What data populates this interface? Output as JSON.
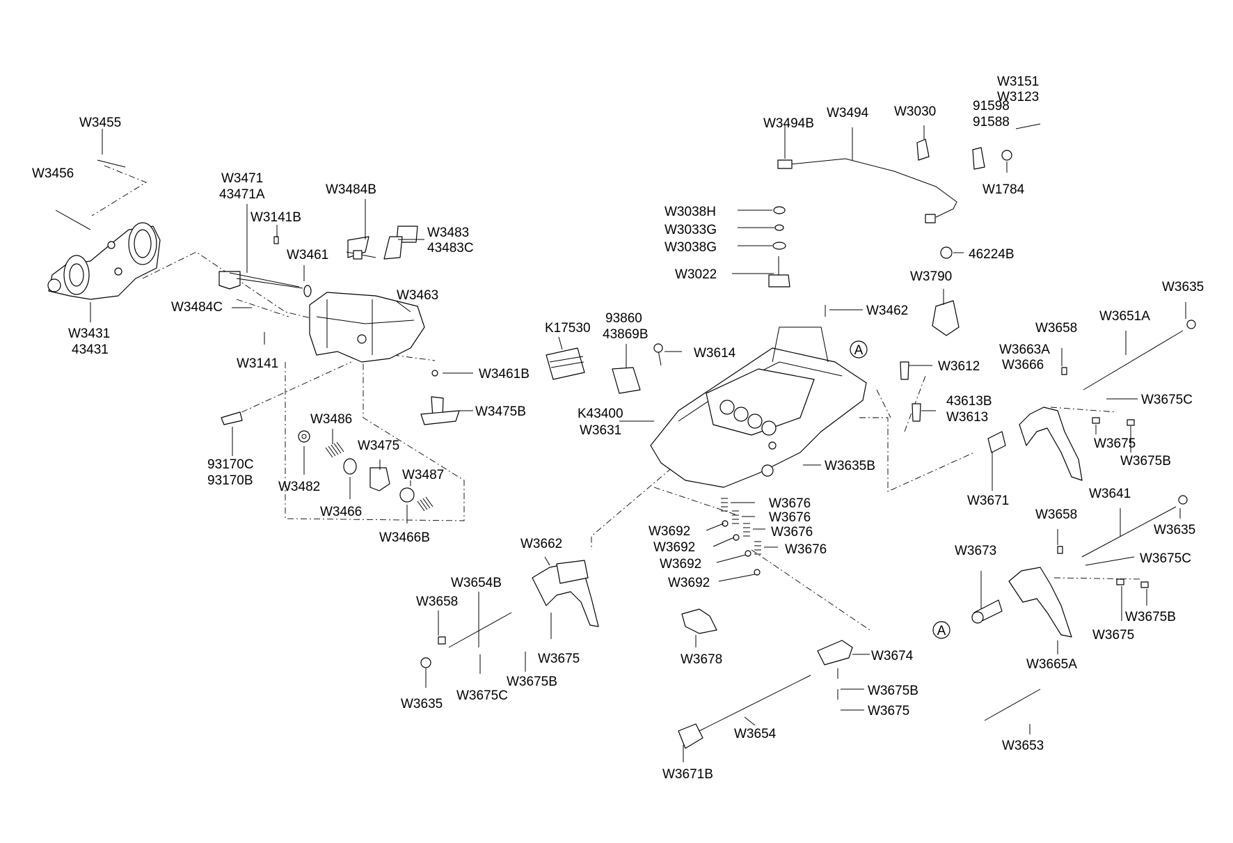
{
  "callout_circle_label": "A",
  "labels": {
    "w3455": "W3455",
    "w3456": "W3456",
    "w3431": "W3431",
    "n43431": "43431",
    "w3471": "W3471",
    "n43471a": "43471A",
    "w3141b": "W3141B",
    "w3461": "W3461",
    "w3484b": "W3484B",
    "w3483": "W3483",
    "n43483c": "43483C",
    "w3484c": "W3484C",
    "w3141": "W3141",
    "w3463": "W3463",
    "w3461b": "W3461B",
    "w3475b": "W3475B",
    "n93170c": "93170C",
    "n93170b": "93170B",
    "w3486": "W3486",
    "w3475": "W3475",
    "w3482": "W3482",
    "w3466": "W3466",
    "w3487": "W3487",
    "w3466b": "W3466B",
    "k17530": "K17530",
    "n93860": "93860",
    "n43869b": "43869B",
    "w3614": "W3614",
    "k43400": "K43400",
    "w3631": "W3631",
    "w3494b": "W3494B",
    "w3494": "W3494",
    "w3030": "W3030",
    "n91598": "91598",
    "n91588": "91588",
    "w3151": "W3151",
    "w3123": "W3123",
    "w1784": "W1784",
    "w3038h": "W3038H",
    "w3033g": "W3033G",
    "w3038g": "W3038G",
    "w3022": "W3022",
    "n46224b": "46224B",
    "w3790": "W3790",
    "w3462": "W3462",
    "w3612": "W3612",
    "n43613b": "43613B",
    "w3613": "W3613",
    "w3635b": "W3635B",
    "w3635_r1": "W3635",
    "w3651a": "W3651A",
    "w3658_r1": "W3658",
    "w3663a": "W3663A",
    "w3666": "W3666",
    "w3675c_r1": "W3675C",
    "w3675_r1": "W3675",
    "w3675b_r1": "W3675B",
    "w3671": "W3671",
    "w3641": "W3641",
    "w3658_r2": "W3658",
    "w3635_r2": "W3635",
    "w3675c_r2": "W3675C",
    "w3673": "W3673",
    "w3675b_r2": "W3675B",
    "w3675_r2": "W3675",
    "w3665a": "W3665A",
    "w3653": "W3653",
    "w3676_1": "W3676",
    "w3676_2": "W3676",
    "w3676_3": "W3676",
    "w3676_4": "W3676",
    "w3692_1": "W3692",
    "w3692_2": "W3692",
    "w3692_3": "W3692",
    "w3692_4": "W3692",
    "w3662": "W3662",
    "w3654b": "W3654B",
    "w3658_l": "W3658",
    "w3675_l": "W3675",
    "w3675b_l": "W3675B",
    "w3635_l": "W3635",
    "w3675c_l": "W3675C",
    "w3678": "W3678",
    "w3674": "W3674",
    "w3675b_c": "W3675B",
    "w3675_c": "W3675",
    "w3654": "W3654",
    "w3671b": "W3671B"
  }
}
